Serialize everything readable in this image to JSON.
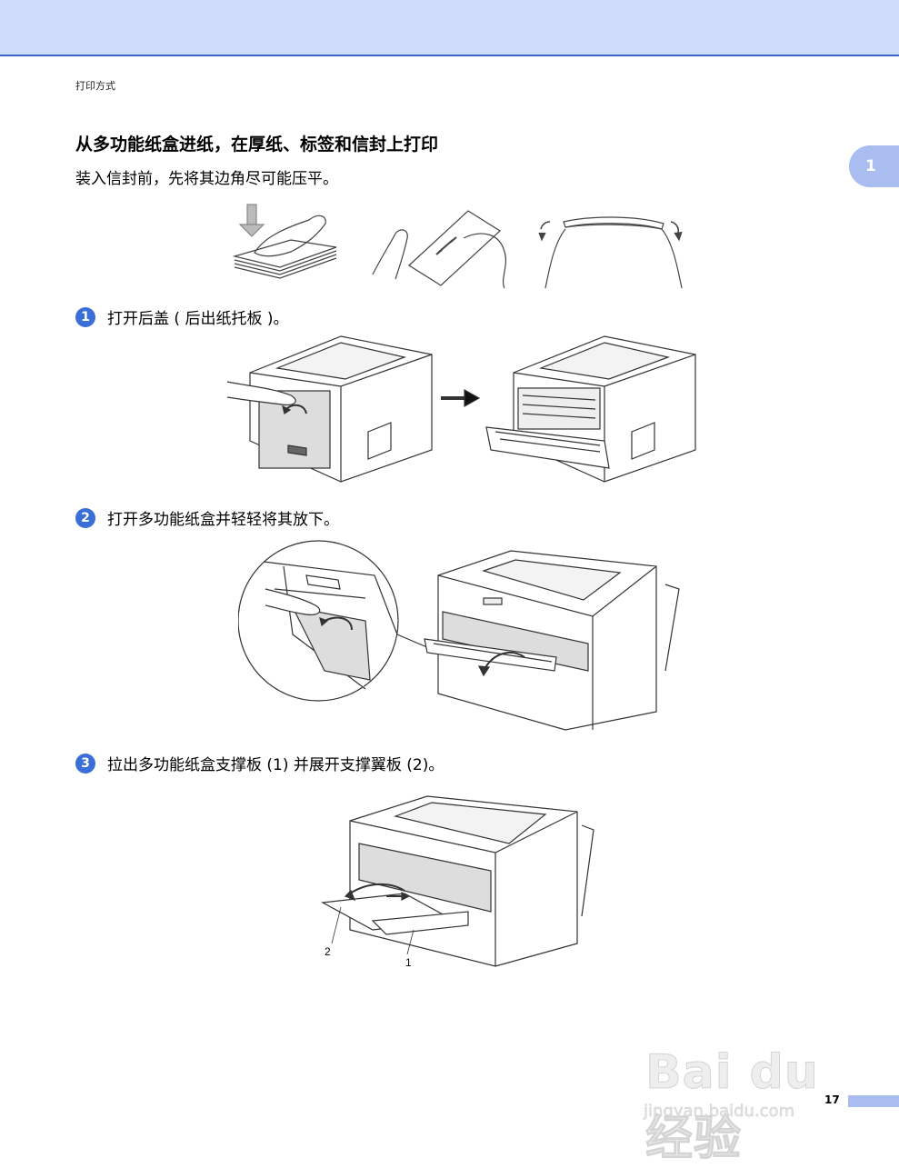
{
  "header": {
    "running_head": "打印方式"
  },
  "chapter_tab": {
    "label": "1"
  },
  "section": {
    "title": "从多功能纸盒进纸，在厚纸、标签和信封上打印",
    "intro": "装入信封前，先将其边角尽可能压平。"
  },
  "steps": [
    {
      "number": "1",
      "text": "打开后盖 ( 后出纸托板 )。"
    },
    {
      "number": "2",
      "text": "打开多功能纸盒并轻轻将其放下。"
    },
    {
      "number": "3",
      "text": "拉出多功能纸盒支撑板 (1) 并展开支撑翼板 (2)。"
    }
  ],
  "figure_callouts": {
    "support_flap": "2",
    "support_board": "1"
  },
  "watermark": {
    "logo": "Bai du 经验",
    "url": "jingyan.baidu.com"
  },
  "footer": {
    "page_number": "17"
  },
  "colors": {
    "header_band": "#cfdcfb",
    "header_rule": "#3b63c8",
    "tab": "#a9bdf0",
    "step_badge": "#3b6fd8"
  }
}
